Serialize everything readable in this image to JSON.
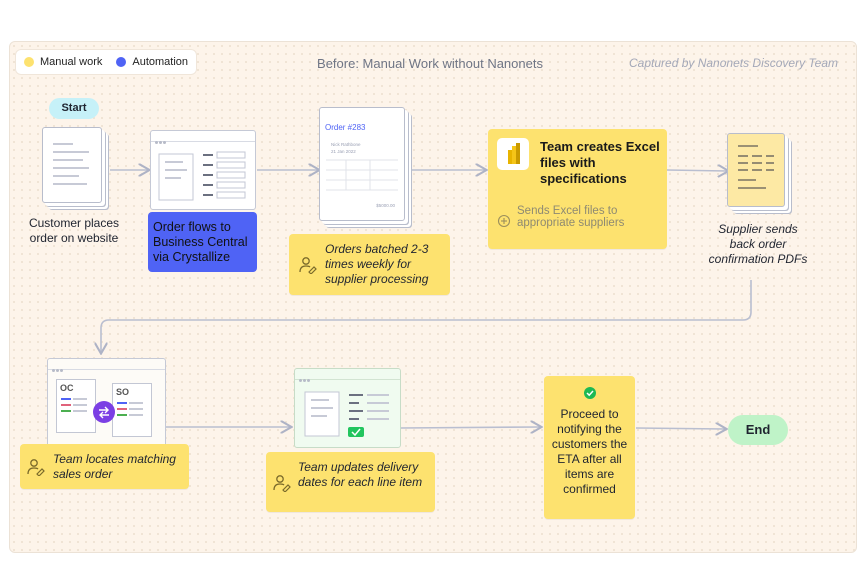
{
  "legend": {
    "manual_label": "Manual work",
    "automation_label": "Automation",
    "manual_color": "#fde26f",
    "automation_color": "#4f63f5"
  },
  "header": {
    "title": "Before: Manual Work without Nanonets",
    "credit": "Captured by Nanonets Discovery Team"
  },
  "nodes": {
    "start": "Start",
    "end": "End",
    "customer_order": "Customer places order on website",
    "order_flows": "Order flows to Business Central via Crystallize",
    "orders_batched": "Orders batched 2-3 times weekly for supplier processing",
    "team_creates_excel": "Team creates Excel files with specifications",
    "sends_excel": "Sends Excel files to appropriate suppliers",
    "supplier_sends": "Supplier sends back order confirmation PDFs",
    "team_locates": "Team locates matching sales order",
    "team_updates": "Team updates delivery dates for each line item",
    "proceed": "Proceed to notifying the customers the ETA after all items are confirmed"
  },
  "order_doc": {
    "title": "Order #283",
    "name": "Nick Rathbone",
    "date": "21 Jan 2022",
    "amount": "$5000.00"
  },
  "match_doc": {
    "left_tag": "OC",
    "right_tag": "SO"
  },
  "icons": {
    "user_edit": "user-edit-icon",
    "check": "check-circle-icon",
    "swap": "swap-icon",
    "excel": "excel-icon",
    "plus": "plus-circle-icon"
  },
  "colors": {
    "connector": "#b4b9cc",
    "start_pill": "#c6f1f8",
    "end_pill": "#bff3c8",
    "check_green": "#1db954"
  }
}
